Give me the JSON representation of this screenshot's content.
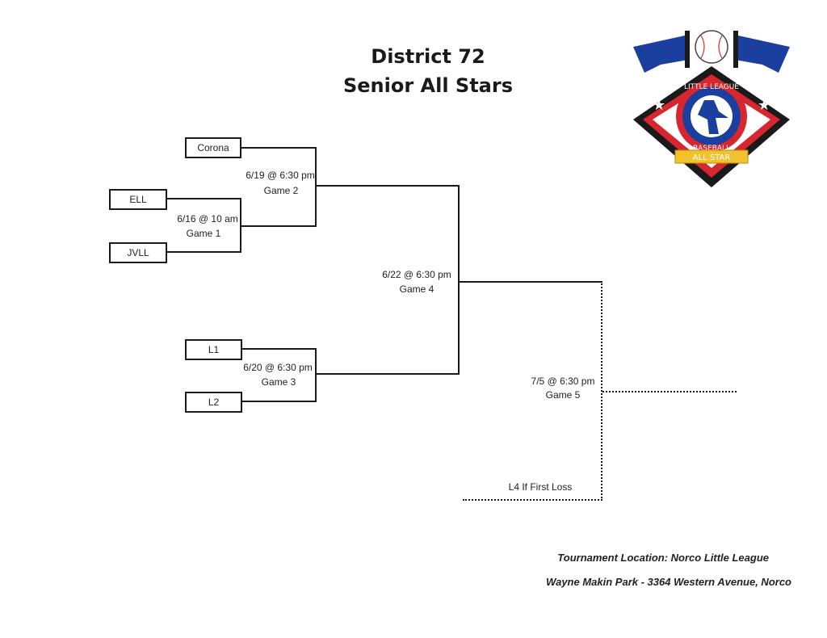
{
  "title": {
    "line1": "District 72",
    "line2": "Senior All Stars"
  },
  "teams": {
    "corona": "Corona",
    "ell": "ELL",
    "jvll": "JVLL",
    "l1": "L1",
    "l2": "L2"
  },
  "games": {
    "game1": {
      "time": "6/16 @ 10 am",
      "label": "Game 1"
    },
    "game2": {
      "time": "6/19 @ 6:30 pm",
      "label": "Game 2"
    },
    "game3": {
      "time": "6/20 @ 6:30 pm",
      "label": "Game 3"
    },
    "game4": {
      "time": "6/22 @ 6:30 pm",
      "label": "Game 4"
    },
    "game5": {
      "time": "7/5 @ 6:30 pm",
      "label": "Game 5"
    }
  },
  "loser_slot": "L4 If First Loss",
  "footer": {
    "location": "Tournament Location: Norco Little League",
    "address": "Wayne Makin Park - 3364 Western Avenue, Norco"
  },
  "logo": {
    "top_text": "LITTLE LEAGUE",
    "bottom_text": "BASEBALL",
    "banner_text": "ALL STAR",
    "colors": {
      "blue": "#1b3f9e",
      "red": "#d8262e",
      "gold": "#f2c12e"
    }
  }
}
